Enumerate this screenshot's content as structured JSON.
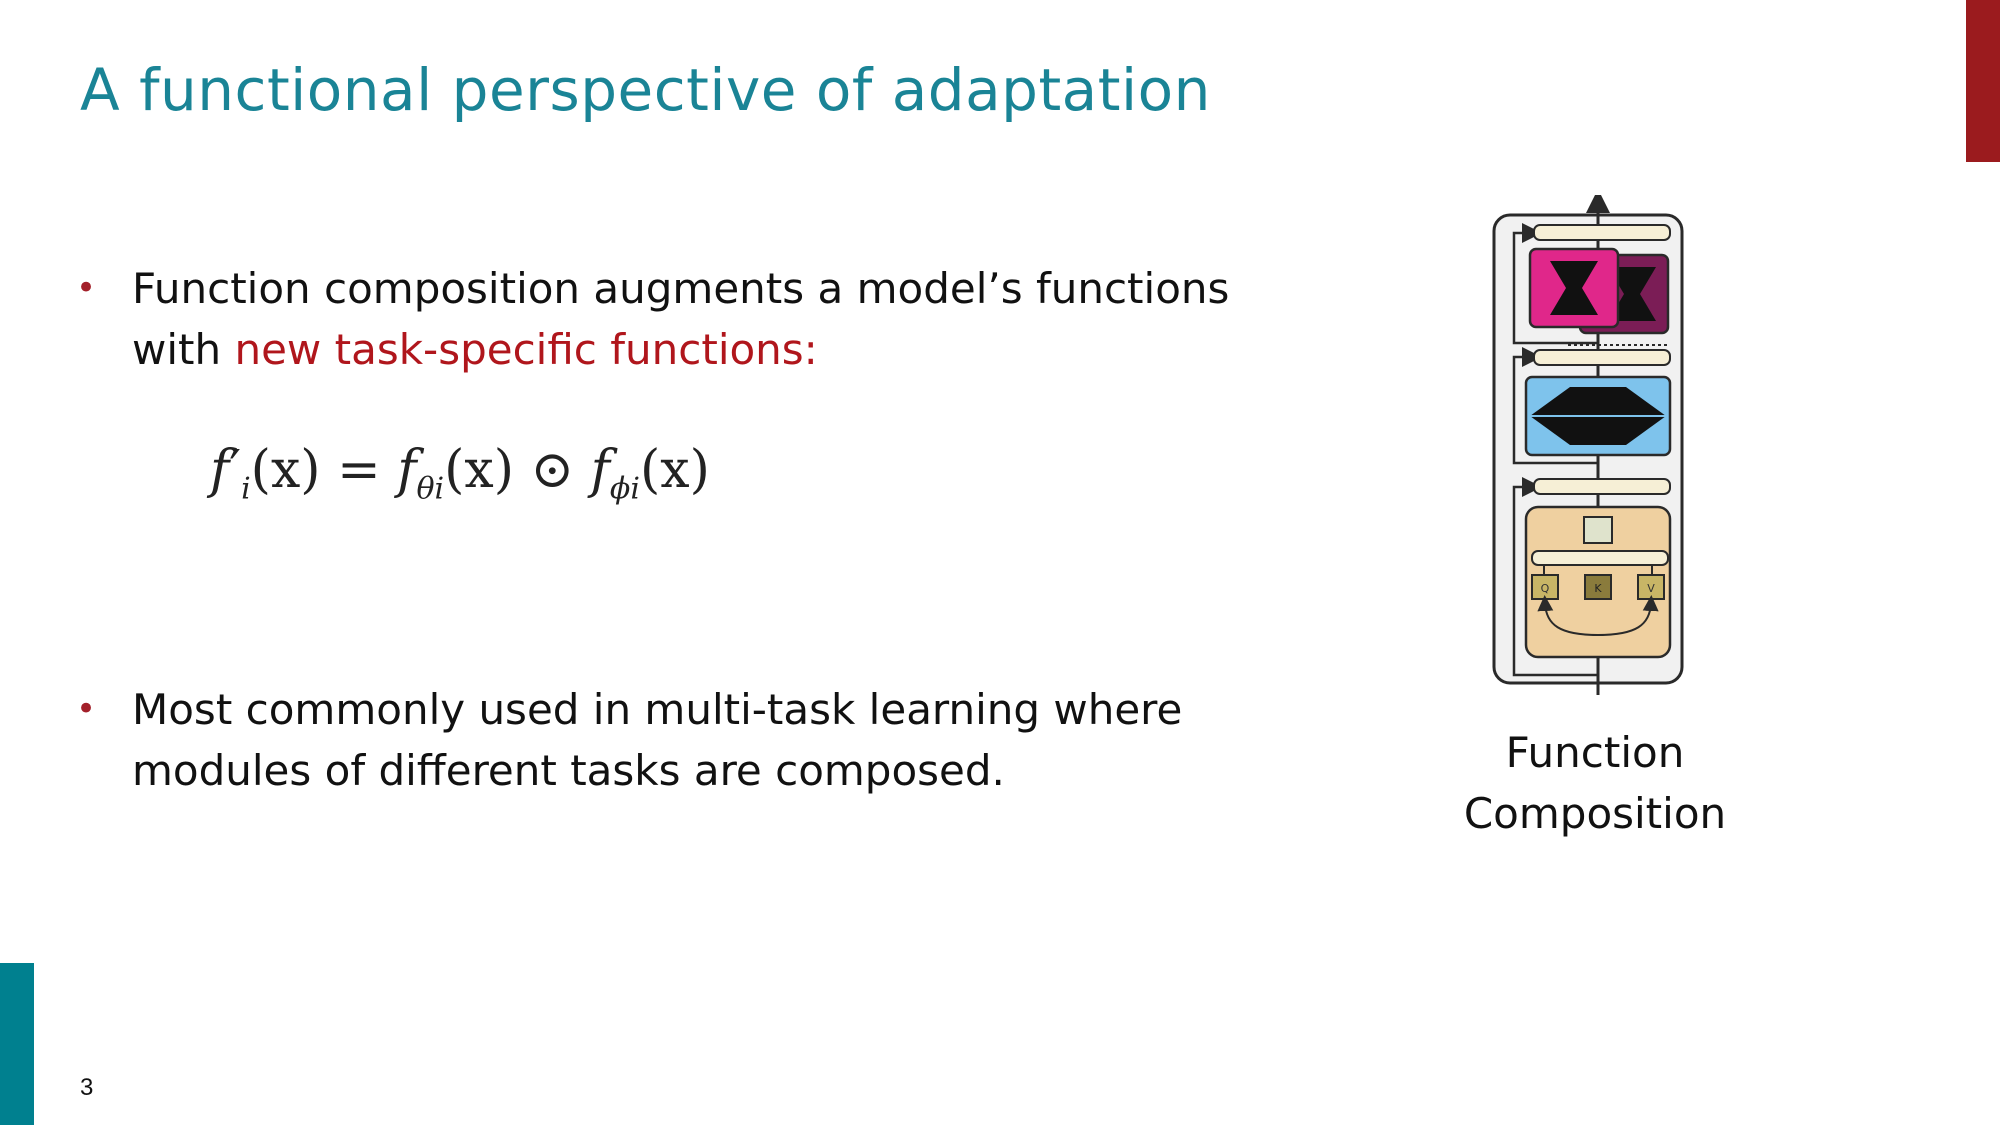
{
  "slide": {
    "title": "A functional perspective of adaptation",
    "page_number": "3"
  },
  "bullets": [
    {
      "marker": "•",
      "text_before": "Function composition augments a model’s functions with ",
      "highlight": "new task-specific functions:"
    },
    {
      "marker": "•",
      "text": "Most commonly used in multi-task learning where modules of different tasks are composed."
    }
  ],
  "formula": {
    "lhs_f": "f",
    "lhs_prime": "′",
    "lhs_sub": "i",
    "lhs_arg": "(x)",
    "equals": " = ",
    "rhs1_f": "f",
    "rhs1_sub": "θi",
    "rhs1_arg": "(x)",
    "op": " ⊙ ",
    "rhs2_f": "f",
    "rhs2_sub": "ϕi",
    "rhs2_arg": "(x)"
  },
  "diagram": {
    "block_labels": [
      "Q",
      "K",
      "V"
    ],
    "colors": {
      "adapter_front": "#e0278a",
      "adapter_back": "#7b1d56",
      "ffn": "#7ec3ec",
      "attention": "#efd0a0",
      "layer_norm": "#f6efd6",
      "qkv": "#c8b566",
      "outline": "#2a2a2a"
    },
    "caption_line1": "Function",
    "caption_line2": "Composition"
  },
  "colors": {
    "title": "#1a8496",
    "highlight": "#b0161c",
    "accent_red": "#9b1b1e",
    "accent_teal": "#00808f"
  }
}
